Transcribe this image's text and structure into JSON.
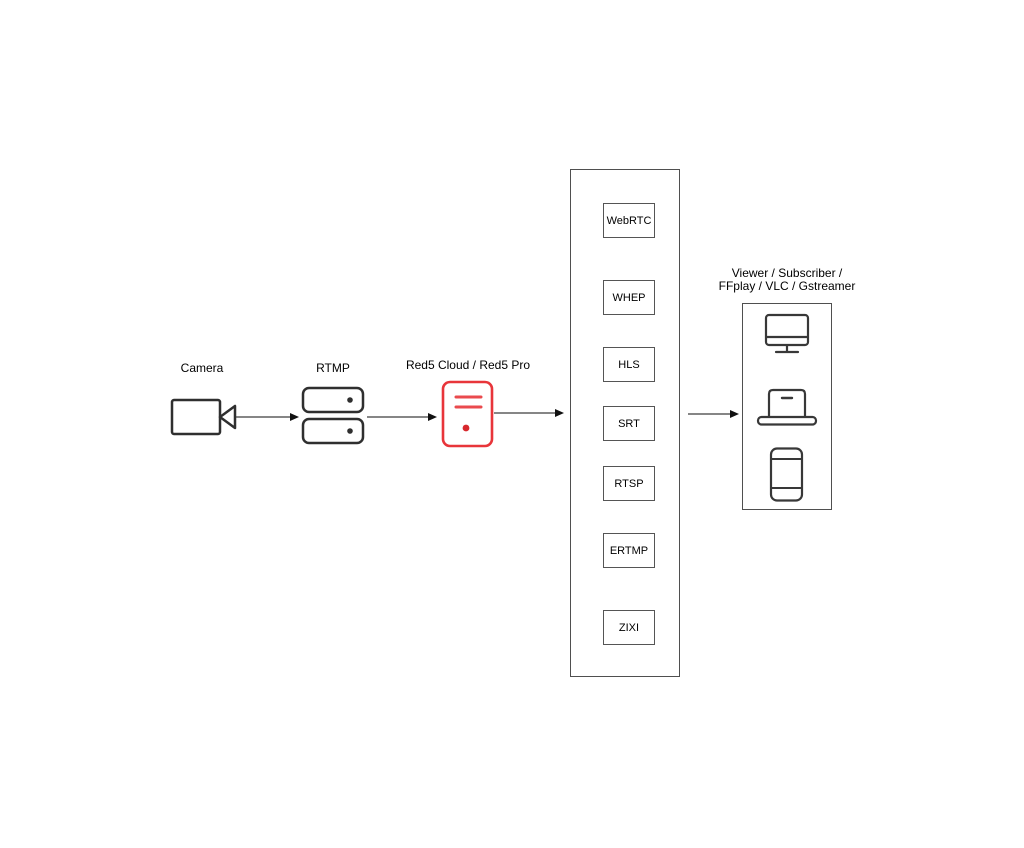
{
  "nodes": {
    "camera": {
      "label": "Camera"
    },
    "rtmp": {
      "label": "RTMP"
    },
    "red5": {
      "label": "Red5 Cloud / Red5 Pro"
    },
    "viewer": {
      "label_line1": "Viewer / Subscriber /",
      "label_line2": "FFplay / VLC / Gstreamer"
    }
  },
  "protocols": [
    "WebRTC",
    "WHEP",
    "HLS",
    "SRT",
    "RTSP",
    "ERTMP",
    "ZIXI"
  ],
  "colors": {
    "background": "#ffffff",
    "text": "#000000",
    "shape_stroke": "#2f2f2f",
    "container_stroke": "#4f4f4f",
    "protocol_box_stroke": "#555555",
    "red5_accent": "#e8353a",
    "arrow": "#3f3f3f"
  }
}
